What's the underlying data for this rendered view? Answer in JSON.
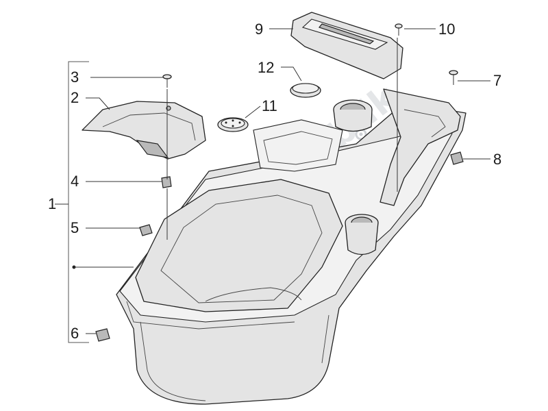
{
  "diagram": {
    "callouts": [
      {
        "id": "1",
        "label": "1"
      },
      {
        "id": "2",
        "label": "2"
      },
      {
        "id": "3",
        "label": "3"
      },
      {
        "id": "4",
        "label": "4"
      },
      {
        "id": "5",
        "label": "5"
      },
      {
        "id": "6",
        "label": "6"
      },
      {
        "id": "7",
        "label": "7"
      },
      {
        "id": "8",
        "label": "8"
      },
      {
        "id": "9",
        "label": "9"
      },
      {
        "id": "10",
        "label": "10"
      },
      {
        "id": "11",
        "label": "11"
      },
      {
        "id": "12",
        "label": "12"
      }
    ],
    "watermark": "PartsRepublik"
  }
}
